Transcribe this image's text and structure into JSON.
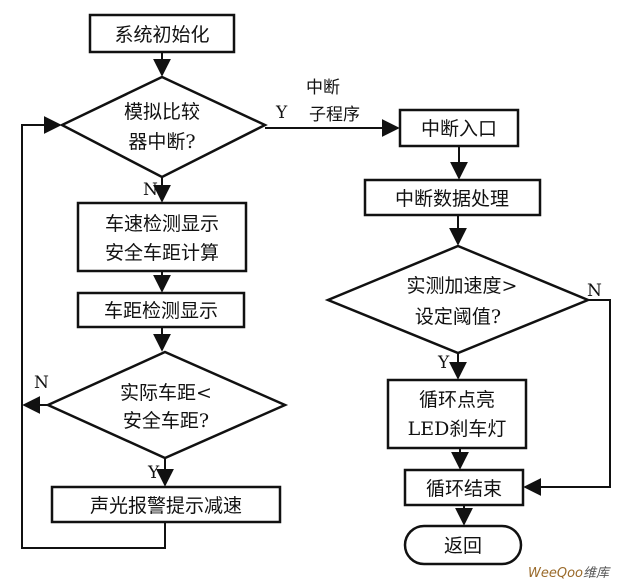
{
  "nodes": {
    "init": "系统初始化",
    "compare_line1": "模拟比较",
    "compare_line2": "器中断?",
    "speed_line1": "车速检测显示",
    "speed_line2": "安全车距计算",
    "distance_display": "车距检测显示",
    "check_line1": "实际车距<",
    "check_line2": "安全车距?",
    "alarm": "声光报警提示减速",
    "int_entry": "中断入口",
    "int_process": "中断数据处理",
    "accel_line1": "实测加速度>",
    "accel_line2": "设定阈值?",
    "loop_line1": "循环点亮",
    "loop_line2": "LED刹车灯",
    "loop_end": "循环结束",
    "return": "返回"
  },
  "edge_labels": {
    "compare_yes": "Y",
    "compare_no": "N",
    "interrupt_line1": "中断",
    "interrupt_line2": "子程序",
    "check_no": "N",
    "check_yes": "Y",
    "accel_yes": "Y",
    "accel_no": "N"
  },
  "watermark": {
    "brand": "WeeQoo",
    "suffix": "维库"
  },
  "colors": {
    "stroke": "#111111",
    "text": "#111111",
    "watermark_brand": "#9a6a2a",
    "watermark_suffix": "#555555"
  }
}
